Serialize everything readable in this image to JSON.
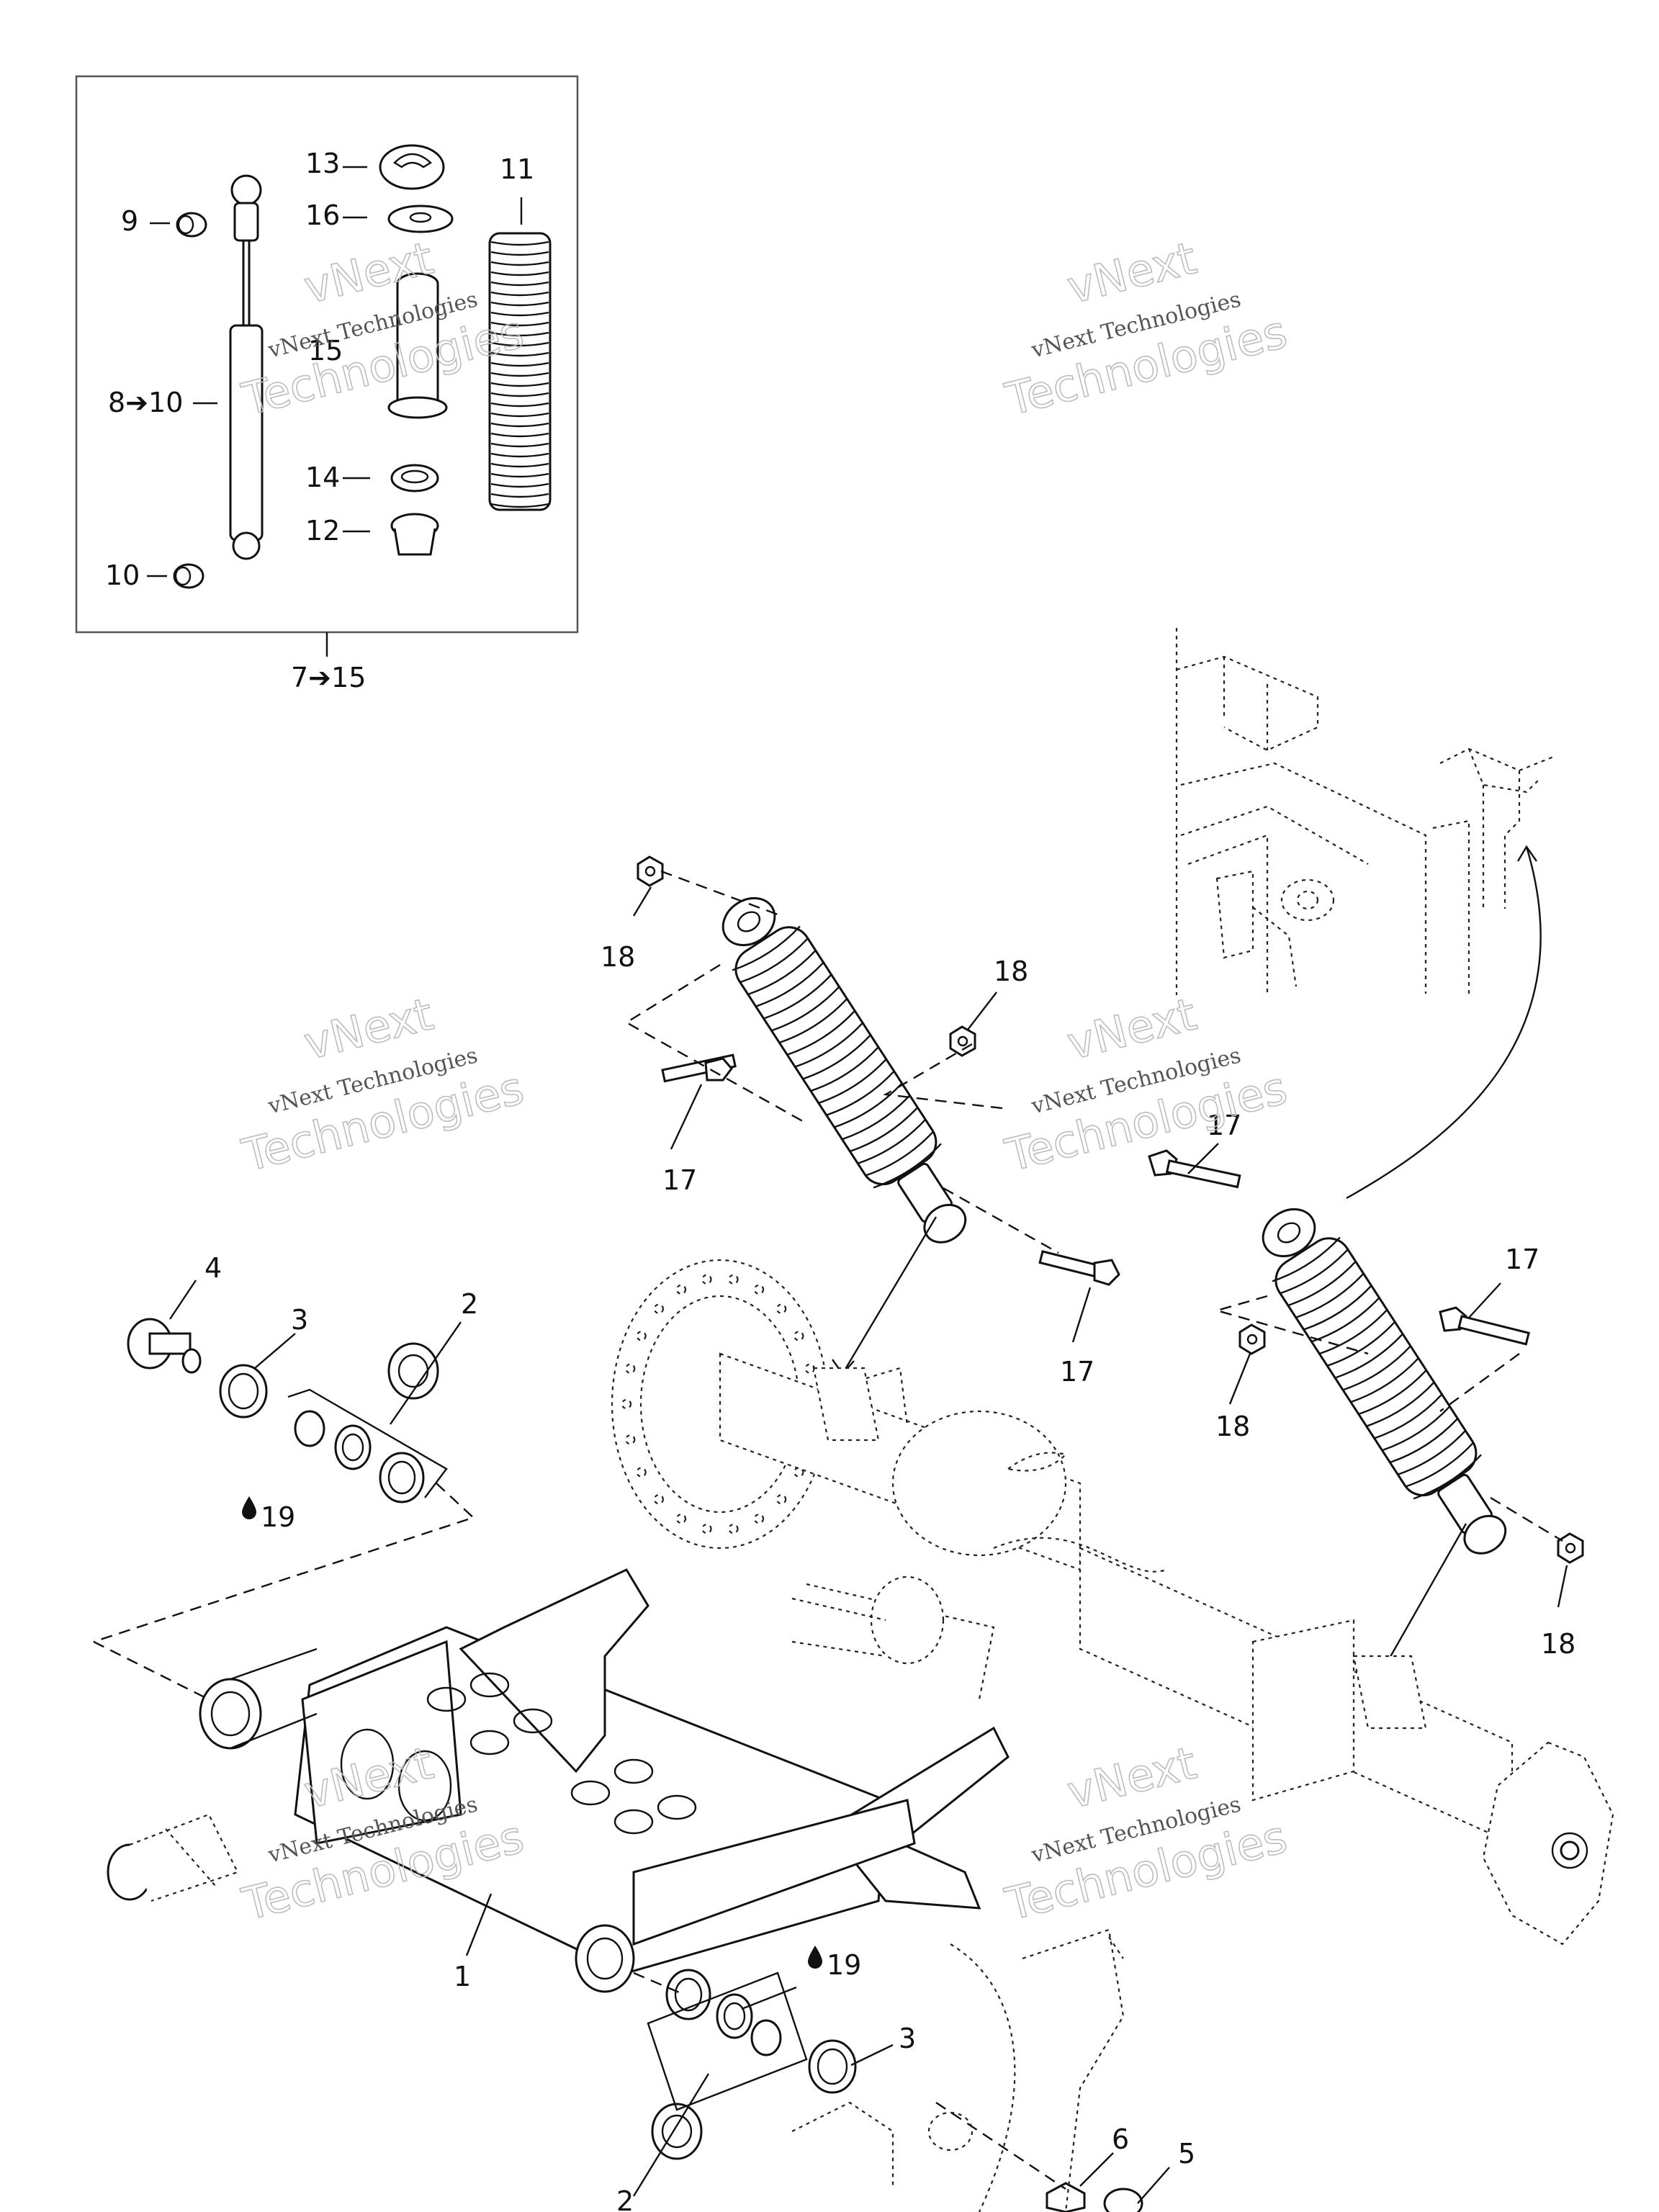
{
  "callouts": {
    "c13": "13",
    "c16": "16",
    "c11": "11",
    "c9": "9",
    "c15": "15",
    "c8_10": "8➔10",
    "c14": "14",
    "c12": "12",
    "c10": "10",
    "c7_15": "7➔15",
    "c18a": "18",
    "c18b": "18",
    "c18c": "18",
    "c18d": "18",
    "c17a": "17",
    "c17b": "17",
    "c17c": "17",
    "c17d": "17",
    "c4": "4",
    "c3a": "3",
    "c2a": "2",
    "c19a": "19",
    "c1": "1",
    "c19b": "19",
    "c3b": "3",
    "c2b": "2",
    "c6": "6",
    "c5": "5"
  },
  "watermark": {
    "line1": "vNext Technologies",
    "line2": "Technologies",
    "line3": "vNext"
  }
}
